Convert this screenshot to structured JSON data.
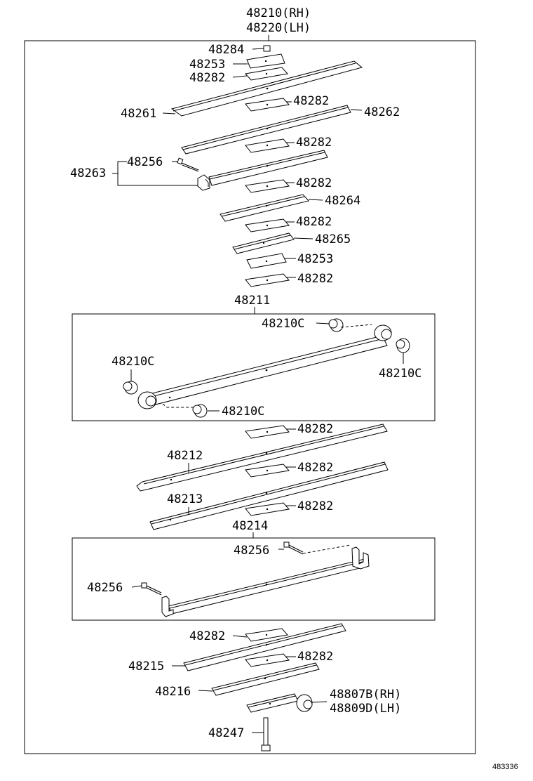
{
  "assembly": {
    "rh": "48210(RH)",
    "lh": "48220(LH)"
  },
  "labels": {
    "p48284": "48284",
    "p48253_top": "48253",
    "p48282_a": "48282",
    "p48282_b": "48282",
    "p48261": "48261",
    "p48262": "48262",
    "p48282_c": "48282",
    "p48263": "48263",
    "p48256_top": "48256",
    "p48282_d": "48282",
    "p48264": "48264",
    "p48282_e": "48282",
    "p48265": "48265",
    "p48253_mid": "48253",
    "p48282_f": "48282",
    "p48211": "48211",
    "bush_tr": "48210C",
    "bush_l": "48210C",
    "bush_r": "48210C",
    "bush_bl": "48210C",
    "p48282_g": "48282",
    "p48212": "48212",
    "p48282_h": "48282",
    "p48213": "48213",
    "p48282_i": "48282",
    "p48214": "48214",
    "p48256_r": "48256",
    "p48256_l": "48256",
    "p48282_j": "48282",
    "p48215": "48215",
    "p48282_k": "48282",
    "p48216": "48216",
    "p48807b": "48807B(RH)",
    "p48809d": "48809D(LH)",
    "p48247": "48247"
  },
  "diagram_code": "483336"
}
